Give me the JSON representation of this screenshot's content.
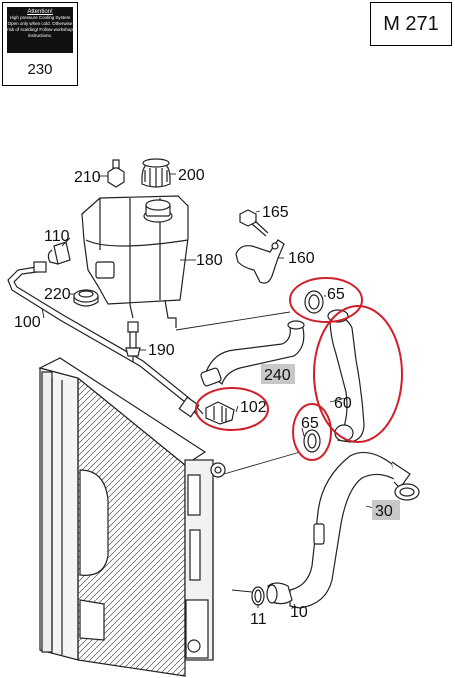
{
  "model_code": "M 271",
  "warning_label": {
    "title": "Attention!",
    "subtitle": "High pressure Cooling System",
    "body": "Open only when cold. Otherwise risk of scalding! Follow workshop instructions.",
    "part_number": "230"
  },
  "part_labels": {
    "p210": "210",
    "p200": "200",
    "p165": "165",
    "p110": "110",
    "p180": "180",
    "p160": "160",
    "p220": "220",
    "p65a": "65",
    "p100": "100",
    "p190": "190",
    "p240": "240",
    "p102": "102",
    "p60": "60",
    "p65b": "65",
    "p30": "30",
    "p11": "11",
    "p10": "10"
  },
  "highlight_color": "#d0202a",
  "label_bg_color": "#c8c8c8"
}
